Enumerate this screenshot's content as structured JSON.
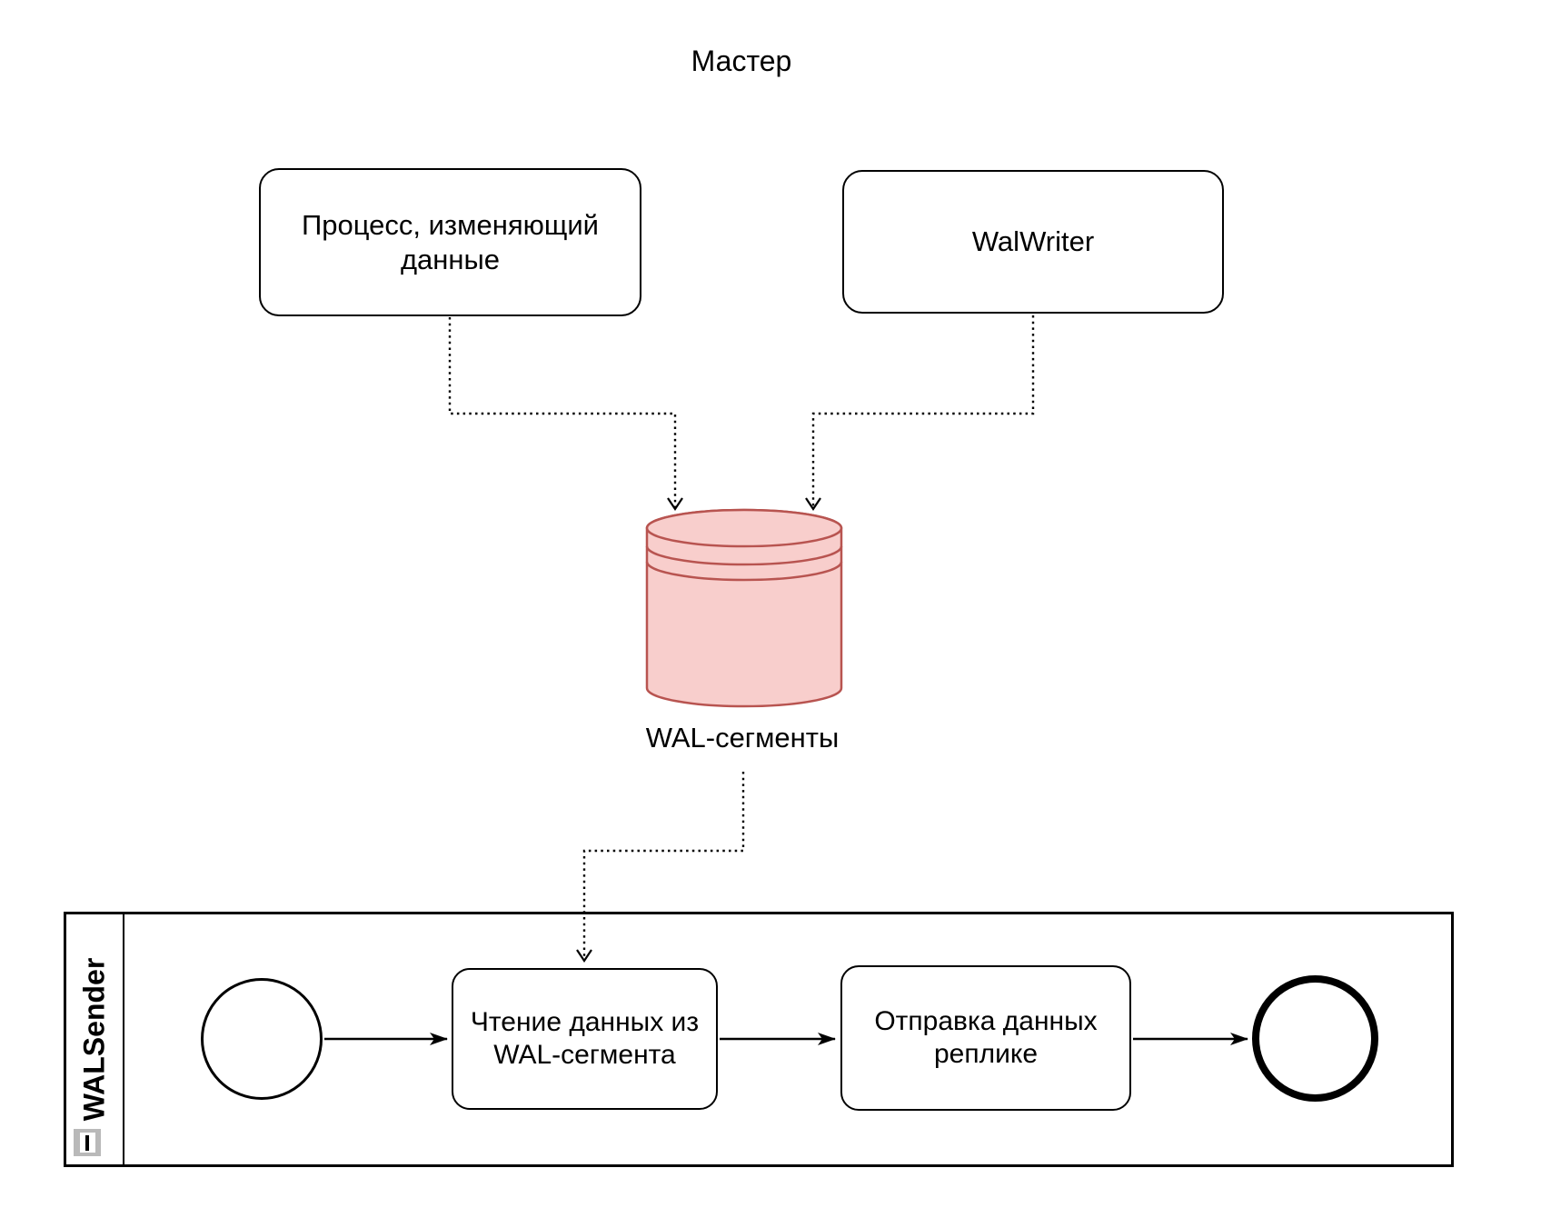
{
  "title": "Мастер",
  "colors": {
    "background": "#ffffff",
    "line": "#000000",
    "wal_store_fill": "#F8CECC",
    "wal_store_stroke": "#B85450",
    "lane_marker_frame": "#B9B9B9"
  },
  "master": {
    "process_node_label": "Процесс, изменяющий данные",
    "walwriter_node_label": "WalWriter",
    "wal_segments_label": "WAL-сегменты"
  },
  "walsender_lane": {
    "title": "WALSender",
    "marker_icon": "collapsed-lane-marker",
    "start_event": "start-event",
    "end_event": "end-event",
    "tasks": [
      {
        "label": "Чтение данных из WAL-сегмента"
      },
      {
        "label": "Отправка данных реплике"
      }
    ]
  }
}
